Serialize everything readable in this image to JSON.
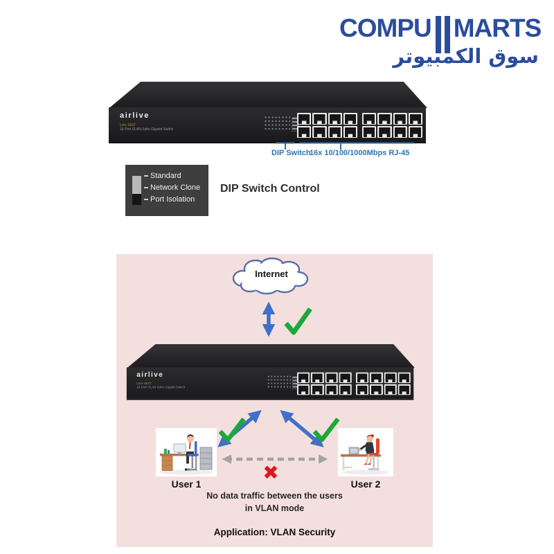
{
  "logo": {
    "latin_left": "COMPU",
    "latin_right": "MARTS",
    "arabic": "سوق الكمبيوتر",
    "color": "#2b4c9e"
  },
  "product": {
    "brand": "airlive",
    "model": "Live-16GT",
    "subtitle": "16-Port VLAN Soho Gigabit Switch",
    "port_groups": 2,
    "ports_per_group": 8
  },
  "callouts": {
    "dip_label": "DIP Switch",
    "ports_label": "16x 10/100/1000Mbps RJ-45",
    "color": "#2e74b5"
  },
  "dip_control": {
    "title": "DIP Switch Control",
    "options": [
      "Standard",
      "Network Clone",
      "Port Isolation"
    ]
  },
  "diagram": {
    "internet_label": "Internet",
    "user1_label": "User 1",
    "user2_label": "User 2",
    "caption_line1": "No data traffic between the users",
    "caption_line2": "in VLAN mode",
    "application_label": "Application: VLAN Security",
    "panel_bg": "#f4dfdf",
    "arrow_blue": "#4070c8",
    "check_green": "#1ea83c",
    "cross_red": "#e01520",
    "dashed_gray": "#a3a3a3",
    "cross_glyph": "✖"
  }
}
